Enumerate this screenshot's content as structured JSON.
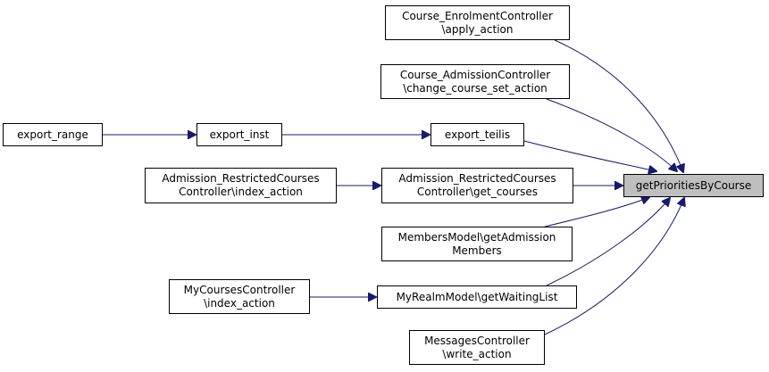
{
  "graph": {
    "focus_node": "getPrioritiesByCourse",
    "nodes": [
      {
        "id": "focus",
        "lines": [
          "getPrioritiesByCourse"
        ],
        "focus": true
      },
      {
        "id": "course_enrolment",
        "lines": [
          "Course_EnrolmentController",
          "\\apply_action"
        ]
      },
      {
        "id": "course_admission",
        "lines": [
          "Course_AdmissionController",
          "\\change_course_set_action"
        ]
      },
      {
        "id": "export_teilis",
        "lines": [
          "export_teilis"
        ]
      },
      {
        "id": "export_inst",
        "lines": [
          "export_inst"
        ]
      },
      {
        "id": "export_range",
        "lines": [
          "export_range"
        ]
      },
      {
        "id": "admission_get_courses",
        "lines": [
          "Admission_RestrictedCourses",
          "Controller\\get_courses"
        ]
      },
      {
        "id": "admission_index",
        "lines": [
          "Admission_RestrictedCourses",
          "Controller\\index_action"
        ]
      },
      {
        "id": "members_model",
        "lines": [
          "MembersModel\\getAdmission",
          "Members"
        ]
      },
      {
        "id": "myrealm",
        "lines": [
          "MyRealmModel\\getWaitingList"
        ]
      },
      {
        "id": "mycourses",
        "lines": [
          "MyCoursesController",
          "\\index_action"
        ]
      },
      {
        "id": "messages",
        "lines": [
          "MessagesController",
          "\\write_action"
        ]
      }
    ],
    "edges": [
      {
        "from": "course_enrolment",
        "to": "focus"
      },
      {
        "from": "course_admission",
        "to": "focus"
      },
      {
        "from": "export_teilis",
        "to": "focus"
      },
      {
        "from": "admission_get_courses",
        "to": "focus"
      },
      {
        "from": "members_model",
        "to": "focus"
      },
      {
        "from": "myrealm",
        "to": "focus"
      },
      {
        "from": "messages",
        "to": "focus"
      },
      {
        "from": "export_inst",
        "to": "export_teilis"
      },
      {
        "from": "export_range",
        "to": "export_inst"
      },
      {
        "from": "admission_index",
        "to": "admission_get_courses"
      },
      {
        "from": "mycourses",
        "to": "myrealm"
      }
    ]
  }
}
